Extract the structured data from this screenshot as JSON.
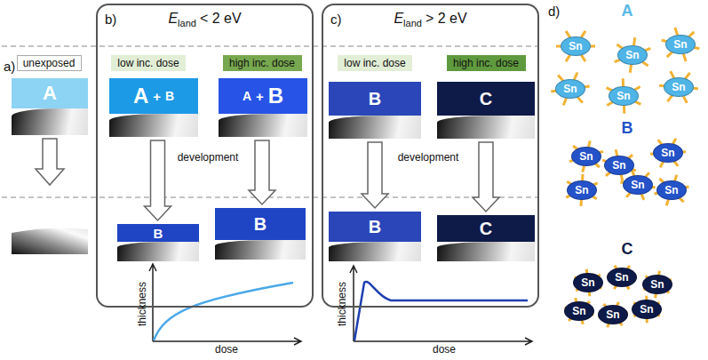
{
  "diagram": {
    "nodes": [
      {
        "text": [
          "unexposed"
        ]
      },
      {
        "text": [
          "A"
        ]
      },
      {
        "text": [
          "b)",
          "E",
          "land",
          "< 2 eV"
        ]
      },
      {
        "text": [
          "low inc. dose"
        ],
        "in": 2
      },
      {
        "text": [
          "high inc. dose"
        ],
        "in": 2
      },
      {
        "text": [
          "A",
          "+",
          "B"
        ],
        "in": 2
      },
      {
        "text": [
          "A",
          "+",
          "B"
        ],
        "in": 2
      },
      {
        "text": [
          "B"
        ],
        "in": 2
      },
      {
        "text": [
          "B"
        ],
        "in": 2
      },
      {
        "text": [
          "c)",
          "E",
          "land",
          "> 2 eV"
        ]
      },
      {
        "text": [
          "low inc. dose"
        ],
        "in": 9
      },
      {
        "text": [
          "high inc. dose"
        ],
        "in": 9
      },
      {
        "text": [
          "B"
        ],
        "in": 9
      },
      {
        "text": [
          "C"
        ],
        "in": 9
      },
      {
        "text": [
          "B"
        ],
        "in": 9
      },
      {
        "text": [
          "C"
        ],
        "in": 9
      },
      {
        "text": [
          "Sn"
        ]
      },
      {
        "text": [
          "Sn"
        ]
      },
      {
        "text": [
          "Sn"
        ]
      },
      {
        "text": [
          "Sn"
        ]
      },
      {
        "text": [
          "Sn"
        ]
      },
      {
        "text": [
          "Sn"
        ]
      },
      {
        "text": [
          "Sn"
        ]
      },
      {
        "text": [
          "Sn"
        ]
      },
      {
        "text": [
          "Sn"
        ]
      },
      {
        "text": [
          "Sn"
        ]
      },
      {
        "text": [
          "Sn"
        ]
      },
      {
        "text": [
          "Sn"
        ]
      },
      {
        "text": [
          "Sn"
        ]
      },
      {
        "text": [
          "Sn"
        ]
      },
      {
        "text": [
          "Sn"
        ]
      },
      {
        "text": [
          "Sn"
        ]
      },
      {
        "text": [
          "Sn"
        ]
      },
      {
        "text": [
          "Sn"
        ]
      }
    ],
    "edges": [
      {
        "from": 5,
        "to": 7,
        "arrow": "to"
      },
      {
        "from": 6,
        "to": 8,
        "arrow": "to"
      },
      {
        "from": 12,
        "to": 14,
        "arrow": "to"
      },
      {
        "from": 13,
        "to": 15,
        "arrow": "to"
      }
    ],
    "labels": [
      "a)",
      "development",
      "thickness",
      "dose",
      "development",
      "thickness",
      "dose",
      "d)",
      "A",
      "B",
      "C"
    ]
  }
}
